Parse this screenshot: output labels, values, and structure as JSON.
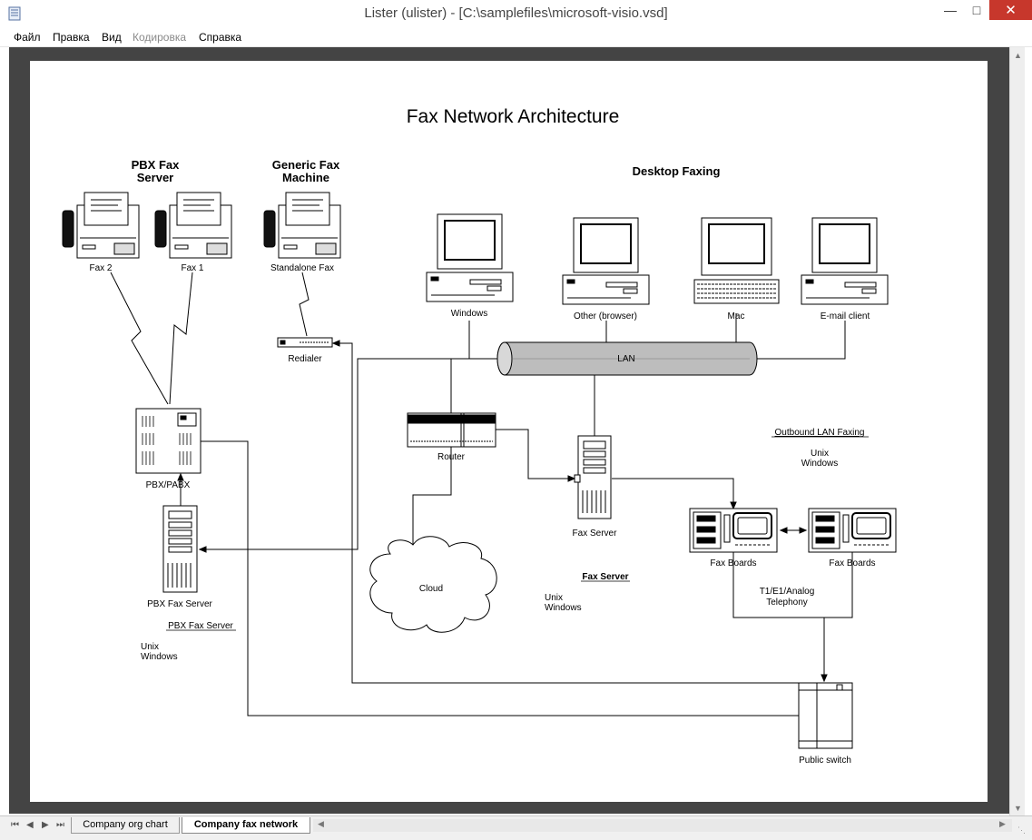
{
  "window": {
    "title": "Lister (ulister) - [C:\\samplefiles\\microsoft-visio.vsd]",
    "minimize": "—",
    "maximize": "□",
    "close": "✕"
  },
  "menu": [
    "Файл",
    "Правка",
    "Вид",
    "Кодировка",
    "Справка"
  ],
  "diagram": {
    "title": "Fax Network Architecture",
    "groups": {
      "pbx_fax_server": [
        "PBX Fax",
        "Server"
      ],
      "generic_fax_machine": [
        "Generic Fax",
        "Machine"
      ],
      "desktop_faxing": "Desktop Faxing"
    },
    "labels": {
      "fax2": "Fax 2",
      "fax1": "Fax 1",
      "standalone_fax": "Standalone Fax",
      "redialer": "Redialer",
      "windows_pc": "Windows",
      "other_pc": "Other (browser)",
      "mac": "Mac",
      "email_client": "E-mail client",
      "lan": "LAN",
      "router": "Router",
      "fax_server": "Fax Server",
      "pbx_pabx": "PBX/PABX",
      "pbx_fax_server": "PBX Fax Server",
      "cloud": "Cloud",
      "fax_boards_1": "Fax Boards",
      "fax_boards_2": "Fax Boards",
      "telephony": [
        "T1/E1/Analog",
        "Telephony"
      ],
      "public_switch": "Public switch"
    },
    "notes": {
      "outbound": {
        "heading": "Outbound LAN Faxing",
        "lines": [
          "Unix",
          "Windows"
        ]
      },
      "fax_server": {
        "heading": "Fax Server",
        "lines": [
          "Unix",
          "Windows"
        ]
      },
      "pbx_fax_server": {
        "heading": "PBX Fax Server",
        "lines": [
          "Unix",
          "Windows"
        ]
      }
    }
  },
  "tabs": {
    "nav": [
      "⏮",
      "◀",
      "▶",
      "⏭"
    ],
    "items": [
      "Company org chart",
      "Company fax network"
    ],
    "active": "Company fax network"
  }
}
